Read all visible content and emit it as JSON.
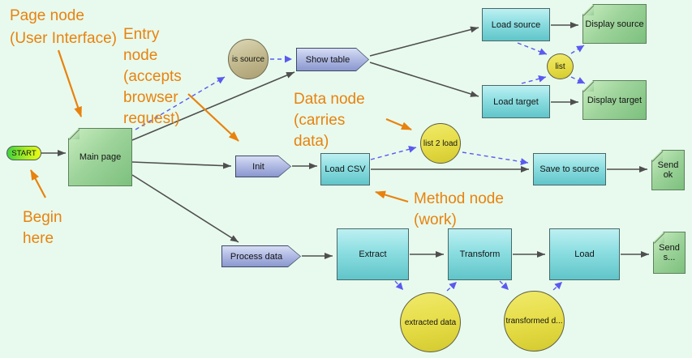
{
  "diagram": {
    "title": "Web application flow diagram",
    "colors": {
      "background": "#e8faed",
      "annotation_orange": "#e8820e",
      "solid_edge_gray": "#4f4f4f",
      "flow_edge_blue": "#5a5af0",
      "page_node_green": "#7cc07d",
      "method_node_cyan": "#60c5c9",
      "entry_node_lavender": "#8b97cf",
      "data_node_yellow": "#e5dc45",
      "condition_node_tan": "#c2b98e",
      "start_node_green_yellow": "#a8ec22"
    },
    "nodes": {
      "start": {
        "label": "START",
        "type": "start"
      },
      "main_page": {
        "label": "Main page",
        "type": "page"
      },
      "is_source": {
        "label": "is source",
        "type": "condition"
      },
      "show_table": {
        "label": "Show table",
        "type": "entry"
      },
      "load_source": {
        "label": "Load source",
        "type": "method"
      },
      "display_source": {
        "label": "Display source",
        "type": "page"
      },
      "list": {
        "label": "list",
        "type": "data"
      },
      "load_target": {
        "label": "Load target",
        "type": "method"
      },
      "display_target": {
        "label": "Display target",
        "type": "page"
      },
      "init": {
        "label": "Init",
        "type": "entry"
      },
      "load_csv": {
        "label": "Load CSV",
        "type": "method"
      },
      "list_2_load": {
        "label": "list 2 load",
        "type": "data"
      },
      "save_to_source": {
        "label": "Save to source",
        "type": "method"
      },
      "send_ok": {
        "label": "Send ok",
        "type": "page"
      },
      "process_data": {
        "label": "Process data",
        "type": "entry"
      },
      "extract": {
        "label": "Extract",
        "type": "method"
      },
      "transform": {
        "label": "Transform",
        "type": "method"
      },
      "load": {
        "label": "Load",
        "type": "method"
      },
      "send_s": {
        "label": "Send s...",
        "type": "page"
      },
      "extracted_data": {
        "label": "extracted data",
        "type": "data"
      },
      "transformed_data": {
        "label": "transformed d...",
        "type": "data"
      }
    },
    "annotations": {
      "page_node": "Page node\n(User Interface)",
      "entry_node": "Entry\nnode\n(accepts\nbrowser\nrequest)",
      "begin_here": "Begin\nhere",
      "data_node": "Data node\n(carries\ndata)",
      "method_node": "Method node\n(work)"
    },
    "edges": {
      "solid": [
        [
          51,
          189,
          81,
          189
        ],
        [
          163,
          173,
          363,
          89
        ],
        [
          163,
          200,
          285,
          205
        ],
        [
          163,
          216,
          294,
          299
        ],
        [
          456,
          69,
          590,
          34
        ],
        [
          456,
          77,
          590,
          119
        ],
        [
          679,
          31,
          713,
          31
        ],
        [
          679,
          126,
          713,
          126
        ],
        [
          360,
          205,
          391,
          205
        ],
        [
          457,
          209,
          652,
          209
        ],
        [
          748,
          209,
          798,
          209
        ],
        [
          372,
          316,
          410,
          316
        ],
        [
          505,
          314,
          547,
          314
        ],
        [
          632,
          314,
          672,
          314
        ],
        [
          765,
          314,
          800,
          314
        ]
      ],
      "flow": [
        [
          167,
          160,
          277,
          95
        ],
        [
          333,
          73,
          360,
          73
        ],
        [
          638,
          53,
          674,
          67
        ],
        [
          704,
          66,
          720,
          56
        ],
        [
          643,
          103,
          673,
          95
        ],
        [
          704,
          95,
          721,
          103
        ],
        [
          457,
          197,
          513,
          182
        ],
        [
          570,
          188,
          651,
          201
        ],
        [
          487,
          347,
          497,
          358
        ],
        [
          551,
          359,
          563,
          348
        ],
        [
          616,
          347,
          627,
          358
        ],
        [
          682,
          358,
          693,
          348
        ]
      ],
      "annotation_arrows": [
        [
          72,
          62,
          100,
          144
        ],
        [
          232,
          116,
          294,
          174
        ],
        [
          56,
          244,
          38,
          210
        ],
        [
          476,
          147,
          507,
          160
        ],
        [
          503,
          249,
          463,
          237
        ]
      ]
    }
  }
}
